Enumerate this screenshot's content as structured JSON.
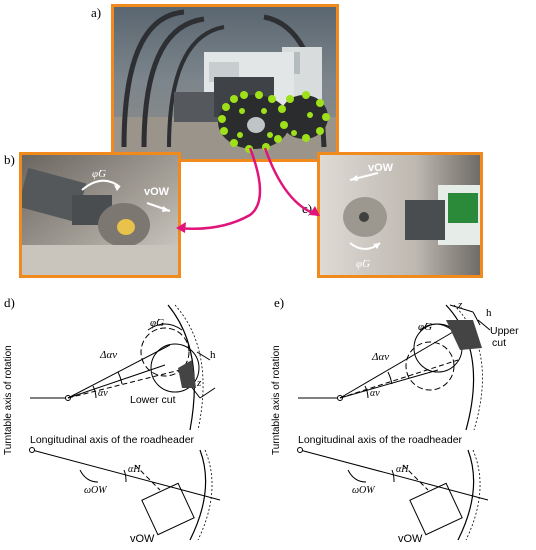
{
  "panels": {
    "a": "a)",
    "b": "b)",
    "c": "c)",
    "d": "d)",
    "e": "e)"
  },
  "photo_b": {
    "phi": "φ̇G",
    "v": "vOW"
  },
  "photo_c": {
    "v": "vOW",
    "phi": "φ̇G"
  },
  "diagram_d": {
    "turntable": "Turntable axis of rotation",
    "longitudinal": "Longitudinal axis of the roadheader",
    "phi": "φ̇G",
    "delta_alpha": "Δαv",
    "alpha_v": "αv",
    "h": "h",
    "z": "z",
    "cut": "Lower cut",
    "alpha_h": "αH",
    "omega": "ωOW",
    "v": "vOW"
  },
  "diagram_e": {
    "turntable": "Turntable axis of rotation",
    "longitudinal": "Longitudinal axis of the roadheader",
    "phi": "φ̇G",
    "delta_alpha": "Δαv",
    "alpha_v": "αv",
    "h": "h",
    "z": "z",
    "cut_line1": "Upper",
    "cut_line2": "cut",
    "alpha_h": "αH",
    "omega": "ωOW",
    "v": "vOW"
  },
  "colors": {
    "frame": "#f08a1c",
    "arrow": "#e0147a",
    "tips": "#9ee01a"
  }
}
